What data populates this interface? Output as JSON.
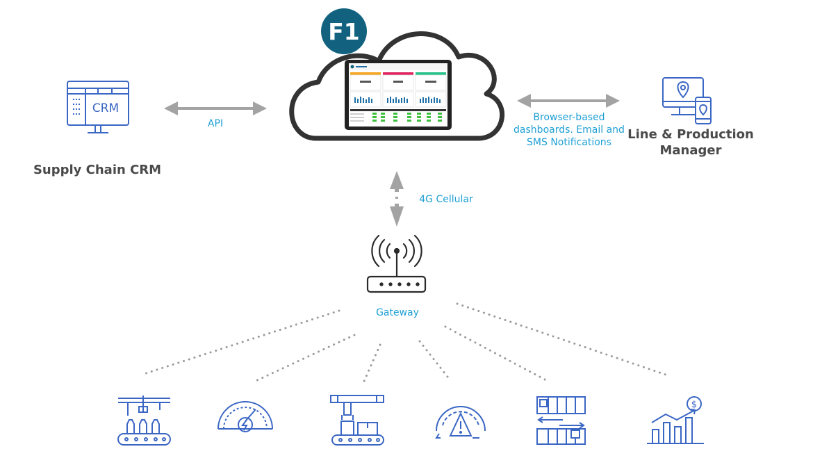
{
  "colors": {
    "icon_blue": "#3a66c4",
    "label_cyan": "#1e9fd4",
    "arrow_gray": "#a3a3a3",
    "cloud_outline": "#333333",
    "logo_teal": "#12627f",
    "dots": "#9a9a9a"
  },
  "crm": {
    "name": "Supply Chain CRM",
    "screen_text": "CRM",
    "link_label": "API"
  },
  "cloud": {
    "logo": "F1",
    "screen_icon": "dashboard-screenshot"
  },
  "manager": {
    "name_line1": "Line & Production",
    "name_line2": "Manager",
    "link_line1": "Browser-based",
    "link_line2": "dashboards. Email and",
    "link_line3": "SMS Notifications"
  },
  "uplink_label": "4G Cellular",
  "gateway": {
    "label": "Gateway"
  },
  "devices": [
    {
      "icon": "bottling-line-icon"
    },
    {
      "icon": "energy-gauge-icon"
    },
    {
      "icon": "robotic-arm-icon"
    },
    {
      "icon": "warning-gauge-icon"
    },
    {
      "icon": "conveyor-sorting-icon"
    },
    {
      "icon": "profit-chart-icon"
    }
  ]
}
